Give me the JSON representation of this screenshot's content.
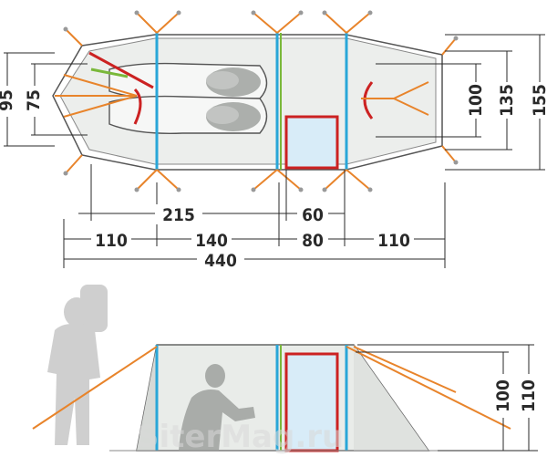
{
  "colors": {
    "pole": "#29a6d8",
    "guyline": "#e8842b",
    "door_frame": "#cc2222",
    "ground_accent": "#7ab83a",
    "fabric": "#e9ece9",
    "fabric_dark": "#c9cdc9",
    "window": "#d8ecf8",
    "dimension": "#2a2a2a",
    "silhouette": "#c8c8c8",
    "watermark": "#d4d4d4"
  },
  "top_view": {
    "width_labels": {
      "outer_left": "95",
      "inner_left": "75",
      "inner_right_1": "100",
      "inner_right_2": "135",
      "outer_right": "155"
    },
    "row1": {
      "bedroom": "215",
      "door": "60"
    },
    "row2": {
      "vestibule_left": "110",
      "bedroom_mid": "140",
      "living": "80",
      "vestibule_right": "110"
    },
    "total": "440"
  },
  "side_view": {
    "height_labels": {
      "inner": "100",
      "outer": "110"
    },
    "watermark": "SiterMag.ru"
  }
}
